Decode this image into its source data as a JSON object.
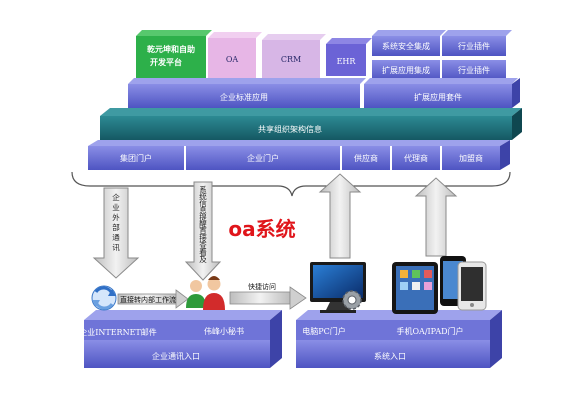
{
  "title": "oa系统",
  "platform": {
    "top_blocks": [
      {
        "key": "qianyuan",
        "label": "乾元坤和自助开发平台",
        "color": "#2db04a"
      },
      {
        "key": "oa",
        "label": "OA",
        "color": "#e7b6e6"
      },
      {
        "key": "crm",
        "label": "CRM",
        "color": "#d7b6e6"
      },
      {
        "key": "ehr",
        "label": "EHR",
        "color": "#6b63d6"
      }
    ],
    "right_blocks": [
      "系统安全集成",
      "行业插件",
      "扩展应用集成",
      "行业插件"
    ],
    "enterprise_apps": "企业标准应用",
    "extended_suite": "扩展应用套件",
    "shared_info": "共享组织架构信息",
    "portals": [
      "集团门户",
      "企业门户",
      "供应商",
      "代理商",
      "加盟商"
    ]
  },
  "flows": {
    "external_comm": "企业外部通讯",
    "internal_comm": "系统信息提醒直接查看及内部通讯",
    "quick_access": "快捷访问",
    "transfer": "直接转内部工作流"
  },
  "bottom": {
    "internet_label": "企业INTERNET邮件",
    "secretary_label": "伟峰小秘书",
    "left_platform": "企业通讯入口",
    "pc_label": "电脑PC门户",
    "mobile_label": "手机OA/IPAD门户",
    "right_platform": "系统入口"
  },
  "colors": {
    "block_blue": "#6f74d8",
    "block_dark": "#3d43a8",
    "teal": "#1e6e7a",
    "arrow_fill": "#d9d9d9",
    "arrow_stroke": "#8a8a8a",
    "red_title": "#e0151b"
  }
}
